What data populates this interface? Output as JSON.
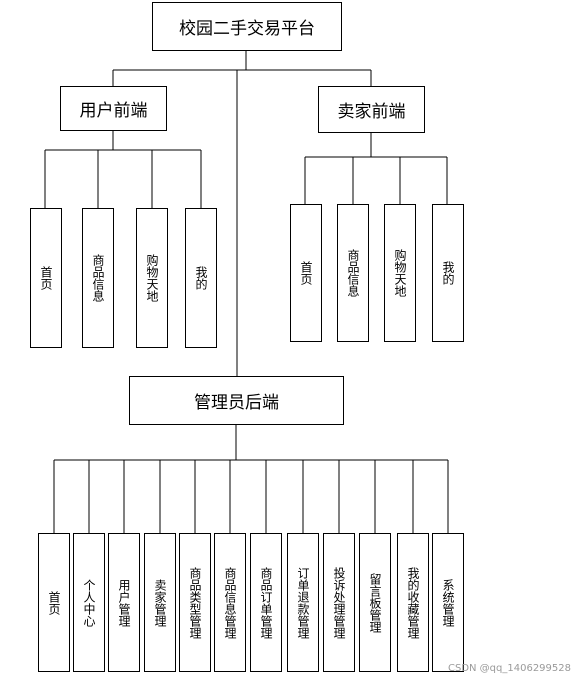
{
  "root": "校园二手交易平台",
  "user_front": {
    "title": "用户前端",
    "items": [
      "首页",
      "商品信息",
      "购物天地",
      "我的"
    ]
  },
  "seller_front": {
    "title": "卖家前端",
    "items": [
      "首页",
      "商品信息",
      "购物天地",
      "我的"
    ]
  },
  "admin_back": {
    "title": "管理员后端",
    "items": [
      "首页",
      "个人中心",
      "用户管理",
      "卖家管理",
      "商品类型管理",
      "商品信息管理",
      "商品订单管理",
      "订单退款管理",
      "投诉处理管理",
      "留言板管理",
      "我的收藏管理",
      "系统管理"
    ]
  },
  "watermark": "CSDN @qq_1406299528"
}
